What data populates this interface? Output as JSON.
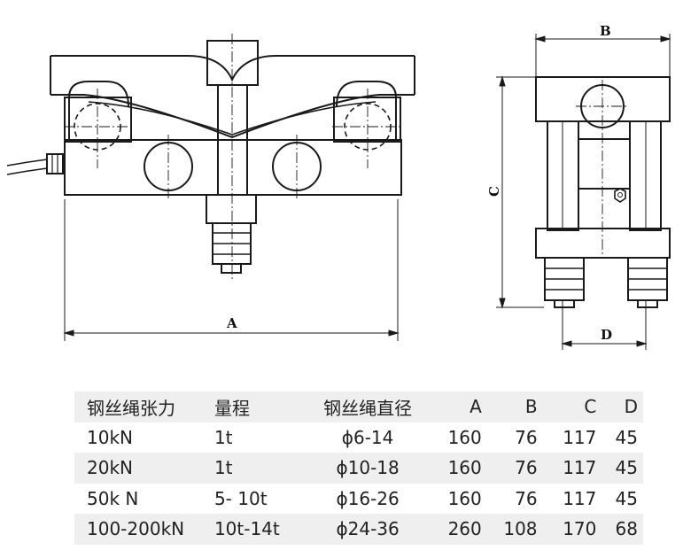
{
  "dimensions": {
    "a": "A",
    "b": "B",
    "c": "C",
    "d": "D"
  },
  "colors": {
    "line": "#1a1a1a",
    "shade": "#efefef",
    "text": "#222222"
  },
  "table": {
    "headers": [
      "钢丝绳张力",
      "量程",
      "钢丝绳直径",
      "A",
      "B",
      "C",
      "D"
    ],
    "rows": [
      [
        "10kN",
        "1t",
        "ϕ6-14",
        "160",
        "76",
        "117",
        "45"
      ],
      [
        "20kN",
        "1t",
        "ϕ10-18",
        "160",
        "76",
        "117",
        "45"
      ],
      [
        "50k N",
        "5- 10t",
        "ϕ16-26",
        "160",
        "76",
        "117",
        "45"
      ],
      [
        "100-200kN",
        "10t-14t",
        "ϕ24-36",
        "260",
        "108",
        "170",
        "68"
      ]
    ]
  }
}
